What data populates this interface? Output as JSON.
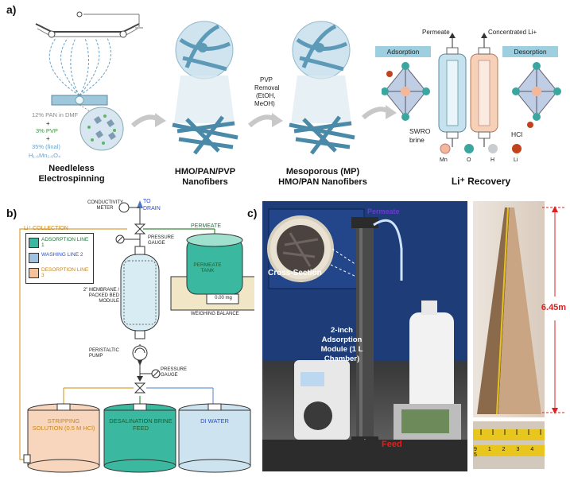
{
  "panel_a": {
    "letter": "a)",
    "composition": [
      "12% PAN in DMF",
      "+",
      "3% PVP",
      "+",
      "35% (final)",
      "H₁.₆Mn₁.₆O₄"
    ],
    "step1_title": "Needleless Electrospinning",
    "step2_title": "HMO/PAN/PVP Nanofibers",
    "pvp_removal": [
      "PVP",
      "Removal",
      "(EtOH,",
      "MeOH)"
    ],
    "step3_title": "Mesoporous (MP) HMO/PAN Nanofibers",
    "permeate": "Permeate",
    "concentrated": "Concentrated Li+",
    "adsorption": "Adsorption",
    "desorption": "Desorption",
    "swro": "SWRO brine",
    "hcl": "HCl",
    "legend": [
      "Mn",
      "O",
      "H",
      "Li"
    ],
    "legend_colors": [
      "#f3b79a",
      "#3aa6a0",
      "#c9ccd0",
      "#c0431d"
    ],
    "step4_title": "Li⁺ Recovery"
  },
  "panel_b": {
    "letter": "b)",
    "conductivity_meter": "CONDUCTIVITY METER",
    "to_drain": "TO DRAIN",
    "li_collection": "Li⁺ COLLECTION",
    "legend": [
      {
        "label": "ADSORPTION LINE 1",
        "color": "#3bb8a0",
        "text_color": "#1c7a3a"
      },
      {
        "label": "WASHING LINE 2",
        "color": "#9cc3e4",
        "text_color": "#2b4fd0"
      },
      {
        "label": "DESORPTION LINE 3",
        "color": "#f6c29c",
        "text_color": "#c8871c"
      }
    ],
    "permeate": "PERMEATE",
    "pressure_gauge_top": "PRESSURE GAUGE",
    "permeate_tank": "PERMEATE TANK",
    "balance_reading": "0.00 mg",
    "weighing_balance": "WEIGHING BALANCE",
    "membrane": "2\" MEMBRANE / PACKED BED MODULE",
    "pump": "PERISTALTIC PUMP",
    "pressure_gauge_bottom": "PRESSURE GAUGE",
    "tanks": [
      {
        "label": "STRIPPING SOLUTION (0.5 M HCl)",
        "fill": "#f8d5bd",
        "text": "#c8871c"
      },
      {
        "label": "DESALINATION BRINE FEED",
        "fill": "#3bb8a0",
        "text": "#1c5e30"
      },
      {
        "label": "DI WATER",
        "fill": "#cde3ef",
        "text": "#2b4fd0"
      }
    ]
  },
  "panel_c": {
    "letter": "c)",
    "permeate": "Permeate",
    "cross_section": "Cross-Section",
    "module_label": "2-inch Adsorption Module (1 L Chamber)",
    "feed": "Feed",
    "length": "6.45m",
    "ruler_numbers": "9 1 2 3 4 5"
  }
}
